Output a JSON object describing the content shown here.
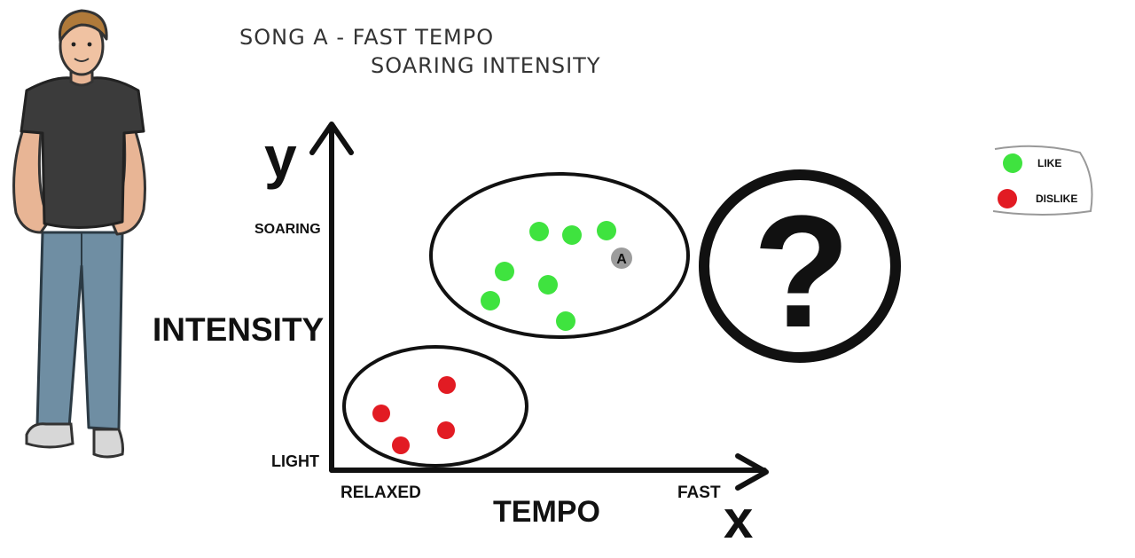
{
  "header": {
    "line1": "SONG A - FAST TEMPO",
    "line2": "SOARING INTENSITY"
  },
  "axes": {
    "y_symbol": "y",
    "x_symbol": "x",
    "y_title": "INTENSITY",
    "x_title": "TEMPO",
    "y_high": "SOARING",
    "y_low": "LIGHT",
    "x_low": "RELAXED",
    "x_high": "FAST"
  },
  "legend": {
    "items": [
      {
        "label": "LIKE",
        "color": "#3fe33f"
      },
      {
        "label": "DISLIKE",
        "color": "#e21b23"
      }
    ]
  },
  "query_point": {
    "label": "A",
    "color": "#9c9c9c"
  },
  "mystery": {
    "symbol": "?"
  },
  "character": {
    "icon": "man-in-black-tshirt-illustration"
  }
}
